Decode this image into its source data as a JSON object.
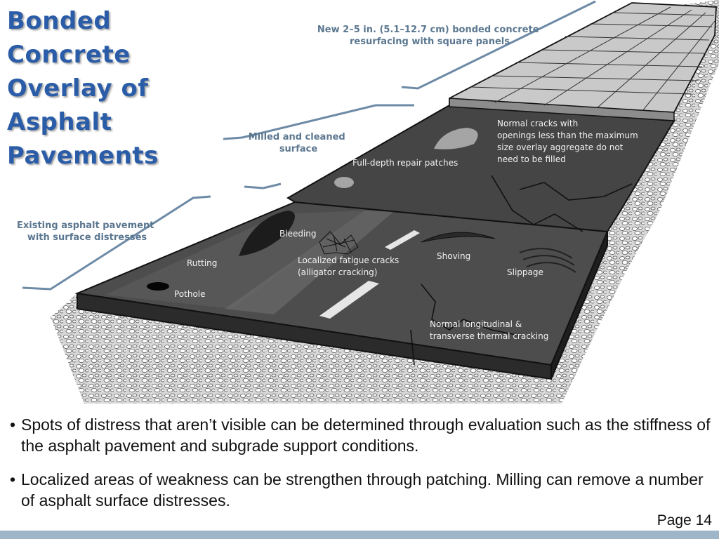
{
  "slide": {
    "title_lines": [
      "Bonded",
      "Concrete",
      "Overlay of",
      "Asphalt",
      "Pavements"
    ],
    "page_number": "Page 14"
  },
  "diagram": {
    "callouts": {
      "new_overlay": [
        "New 2–5 in. (5.1–12.7 cm) bonded concrete",
        "resurfacing with square panels"
      ],
      "milled": [
        "Milled and cleaned",
        "surface"
      ],
      "existing": [
        "Existing asphalt pavement",
        "with surface distresses"
      ]
    },
    "labels": {
      "normal_cracks": [
        "Normal cracks with",
        "openings less than the maximum",
        "size overlay aggregate do not",
        "need to be filled"
      ],
      "full_depth": "Full-depth repair patches",
      "bleeding": "Bleeding",
      "rutting": "Rutting",
      "pothole": "Pothole",
      "fatigue": [
        "Localized fatigue cracks",
        "(alligator cracking)"
      ],
      "shoving": "Shoving",
      "slippage": "Slippage",
      "thermal": [
        "Normal longitudinal &",
        "transverse thermal cracking"
      ]
    },
    "colors": {
      "callout_text": "#5b7790",
      "asphalt": "#4a4a4a",
      "concrete": "#c9c9c9"
    }
  },
  "bullets": [
    "Spots of distress that aren’t visible can be determined through evaluation such as the stiffness of the asphalt pavement and subgrade support conditions.",
    "Localized areas of weakness can be strengthen through patching. Milling can remove a number of asphalt surface distresses."
  ]
}
